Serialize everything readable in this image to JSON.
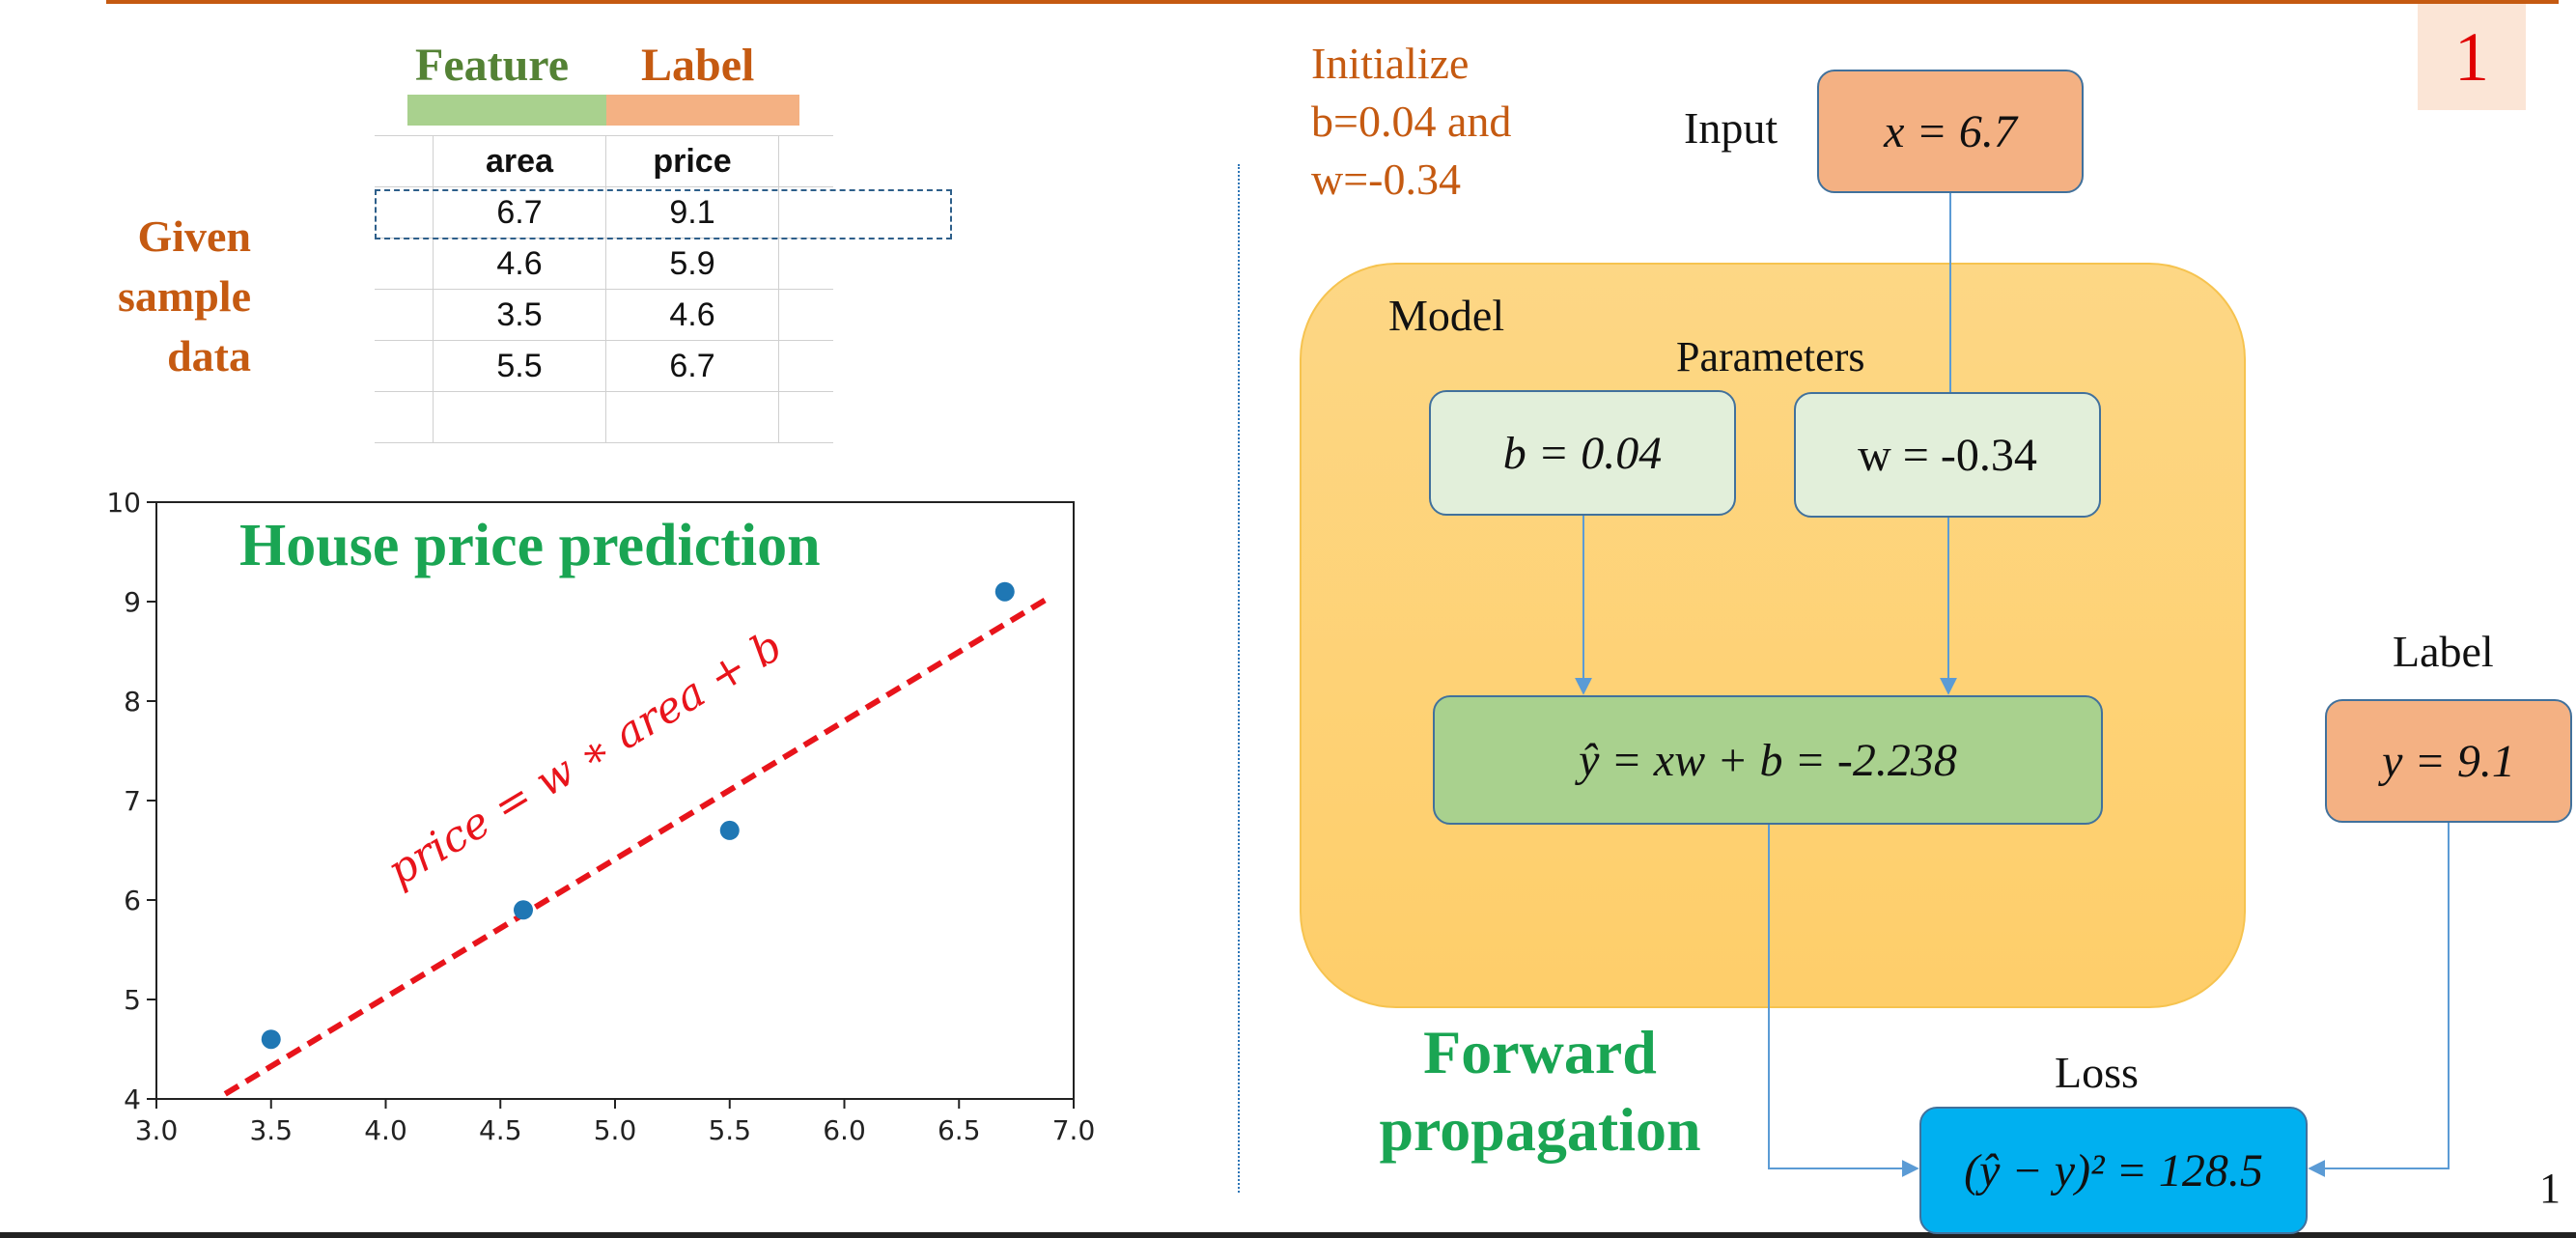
{
  "slide": {
    "badge": "1",
    "page_number": "1"
  },
  "table": {
    "feature_header": "Feature",
    "label_header": "Label",
    "columns": [
      "area",
      "price"
    ],
    "rows": [
      [
        "6.7",
        "9.1"
      ],
      [
        "4.6",
        "5.9"
      ],
      [
        "3.5",
        "4.6"
      ],
      [
        "5.5",
        "6.7"
      ]
    ]
  },
  "given_text": [
    "Given",
    "sample",
    "data"
  ],
  "chart_data": {
    "type": "scatter",
    "title": "House price prediction",
    "x": [
      3.5,
      4.6,
      5.5,
      6.7
    ],
    "y": [
      4.6,
      5.9,
      6.7,
      9.1
    ],
    "xlim": [
      3.0,
      7.0
    ],
    "ylim": [
      4,
      10
    ],
    "xticks": [
      "3.0",
      "3.5",
      "4.0",
      "4.5",
      "5.0",
      "5.5",
      "6.0",
      "6.5",
      "7.0"
    ],
    "yticks": [
      "4",
      "5",
      "6",
      "7",
      "8",
      "9",
      "10"
    ],
    "fit_line": {
      "x": [
        3.3,
        6.9
      ],
      "y": [
        4.05,
        9.05
      ],
      "label": "price = w ∗ area + b"
    },
    "colors": {
      "points": "#1f77b4",
      "fit_line": "#e8141b"
    }
  },
  "init_text": [
    "Initialize",
    "b=0.04 and",
    "w=-0.34"
  ],
  "diagram": {
    "input_label": "Input",
    "input_value": "x = 6.7",
    "model_label": "Model",
    "params_label": "Parameters",
    "b_box": "b = 0.04",
    "w_box": "w = -0.34",
    "yhat_box": "ŷ = xw + b = -2.238",
    "label_label": "Label",
    "label_value": "y = 9.1",
    "loss_label": "Loss",
    "loss_box": "(ŷ − y)² = 128.5",
    "forward_text": [
      "Forward",
      "propagation"
    ]
  },
  "colors": {
    "accent_orange": "#c55a11",
    "feature_green": "#548235",
    "title_green": "#1aa553",
    "model_fill": "#fdd06f",
    "loss_fill": "#00b0f0",
    "connector": "#5b9bd5"
  }
}
